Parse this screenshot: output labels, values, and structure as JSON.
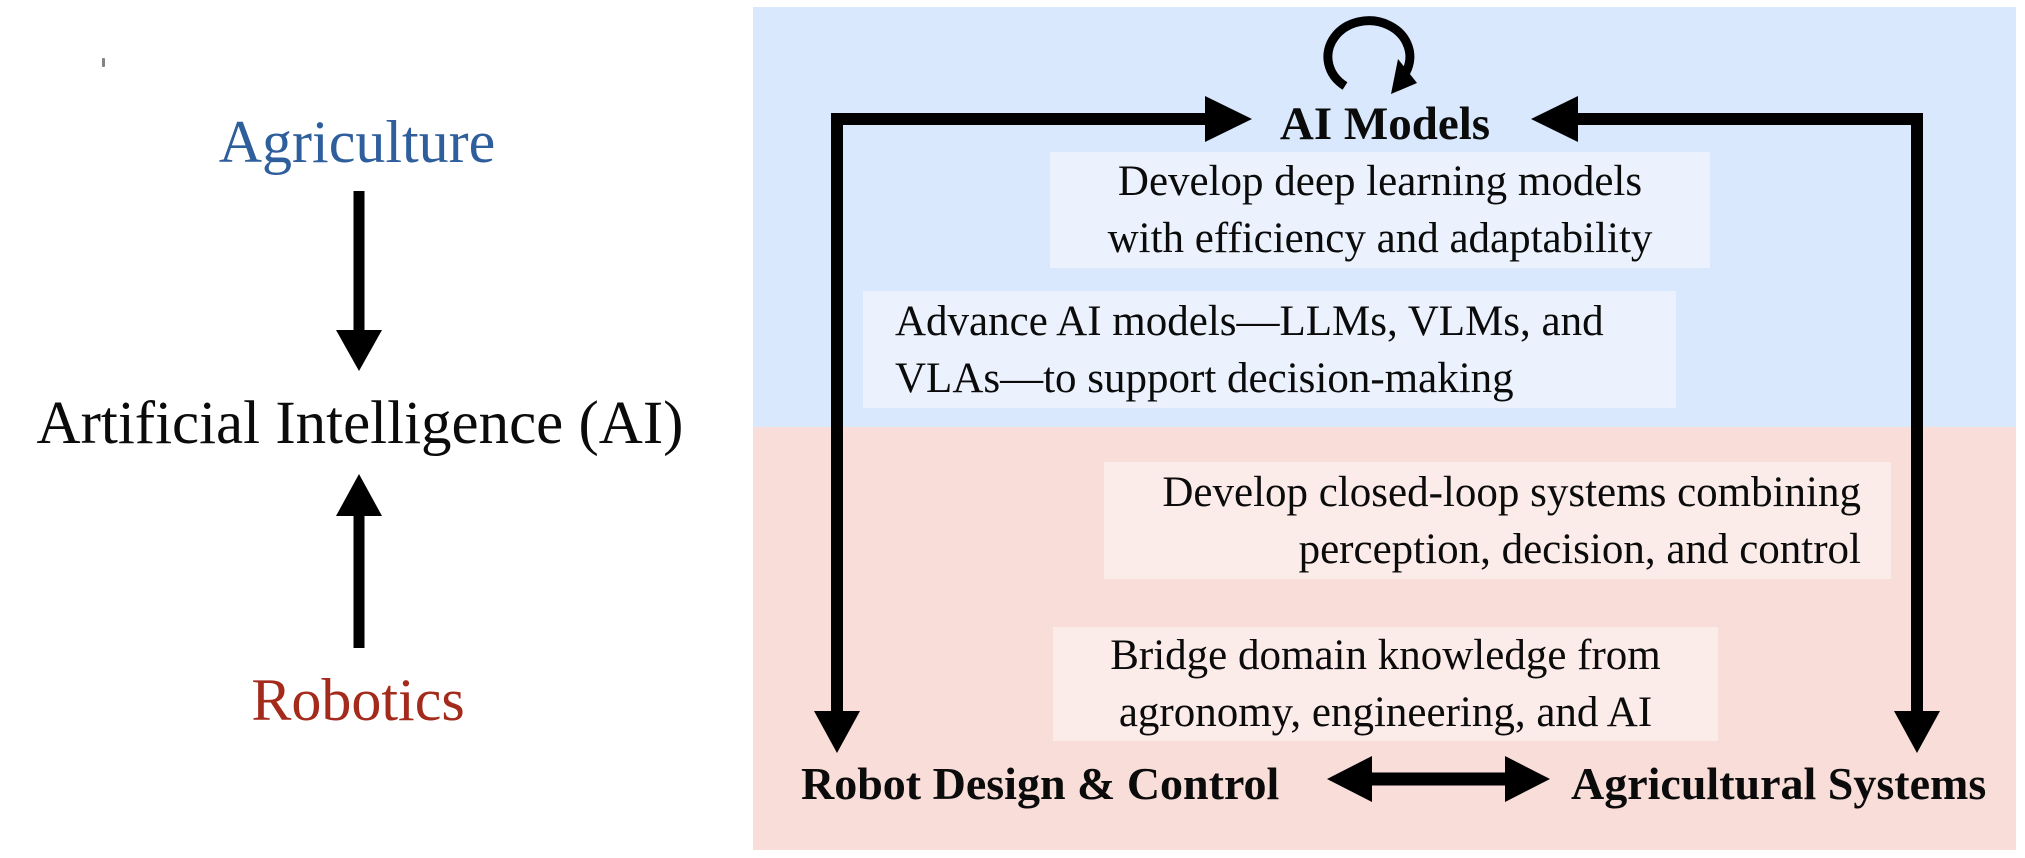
{
  "left_panel": {
    "agriculture_label": "Agriculture",
    "ai_label": "Artificial Intelligence (AI)",
    "robotics_label": "Robotics"
  },
  "right_panel": {
    "ai_models_label": "AI Models",
    "boxes": [
      {
        "text": "Develop deep learning models\nwith efficiency and adaptability",
        "align": "center",
        "tone": "blue"
      },
      {
        "text": "Advance AI models—LLMs, VLMs, and\nVLAs—to support decision-making",
        "align": "left",
        "tone": "blue"
      },
      {
        "text": "Develop closed-loop systems combining\nperception, decision, and control",
        "align": "right",
        "tone": "pink"
      },
      {
        "text": "Bridge domain knowledge from\nagronomy, engineering, and AI",
        "align": "center",
        "tone": "pink"
      }
    ],
    "bottom": {
      "robot_label": "Robot Design & Control",
      "agri_label": "Agricultural Systems"
    },
    "icons": {
      "self_loop": "self-loop-arrow-icon",
      "left_connector": "down-right-arrow-connector",
      "right_connector": "left-down-arrow-connector",
      "double_arrow": "double-headed-arrow-icon",
      "agriculture_to_ai": "down-arrow-icon",
      "robotics_to_ai": "up-arrow-icon"
    }
  },
  "colors": {
    "agriculture_blue": "#2E5F9C",
    "robotics_red": "#A42A1C",
    "panel_blue": "#D9E8FC",
    "panel_pink": "#F8DDD9",
    "box_blue": "#EBF2FE",
    "box_pink": "#FBECEA",
    "arrow_black": "#000000",
    "text_black": "#0B0B0B"
  }
}
